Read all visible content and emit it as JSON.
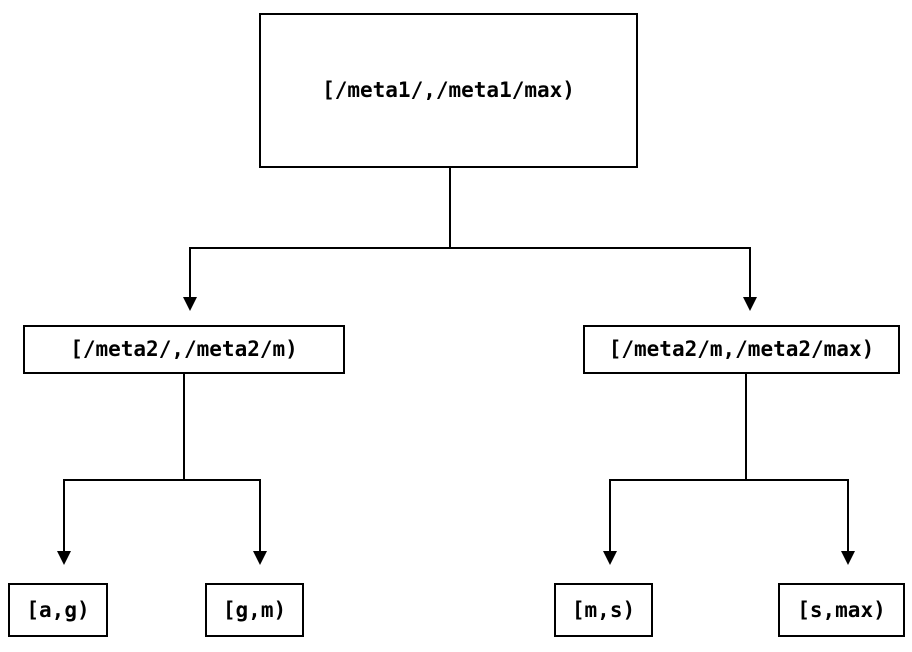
{
  "diagram": {
    "background_color": "#ffffff",
    "line_color": "#000000",
    "text_color": "#000000",
    "nodes": {
      "root": {
        "label": "[/meta1/,/meta1/max)"
      },
      "left": {
        "label": "[/meta2/,/meta2/m)"
      },
      "right": {
        "label": "[/meta2/m,/meta2/max)"
      },
      "leaf_ag": {
        "label": "[a,g)"
      },
      "leaf_gm": {
        "label": "[g,m)"
      },
      "leaf_ms": {
        "label": "[m,s)"
      },
      "leaf_smax": {
        "label": "[s,max)"
      }
    },
    "edges": [
      {
        "from": "root",
        "to": "left"
      },
      {
        "from": "root",
        "to": "right"
      },
      {
        "from": "left",
        "to": "leaf_ag"
      },
      {
        "from": "left",
        "to": "leaf_gm"
      },
      {
        "from": "right",
        "to": "leaf_ms"
      },
      {
        "from": "right",
        "to": "leaf_smax"
      }
    ]
  }
}
